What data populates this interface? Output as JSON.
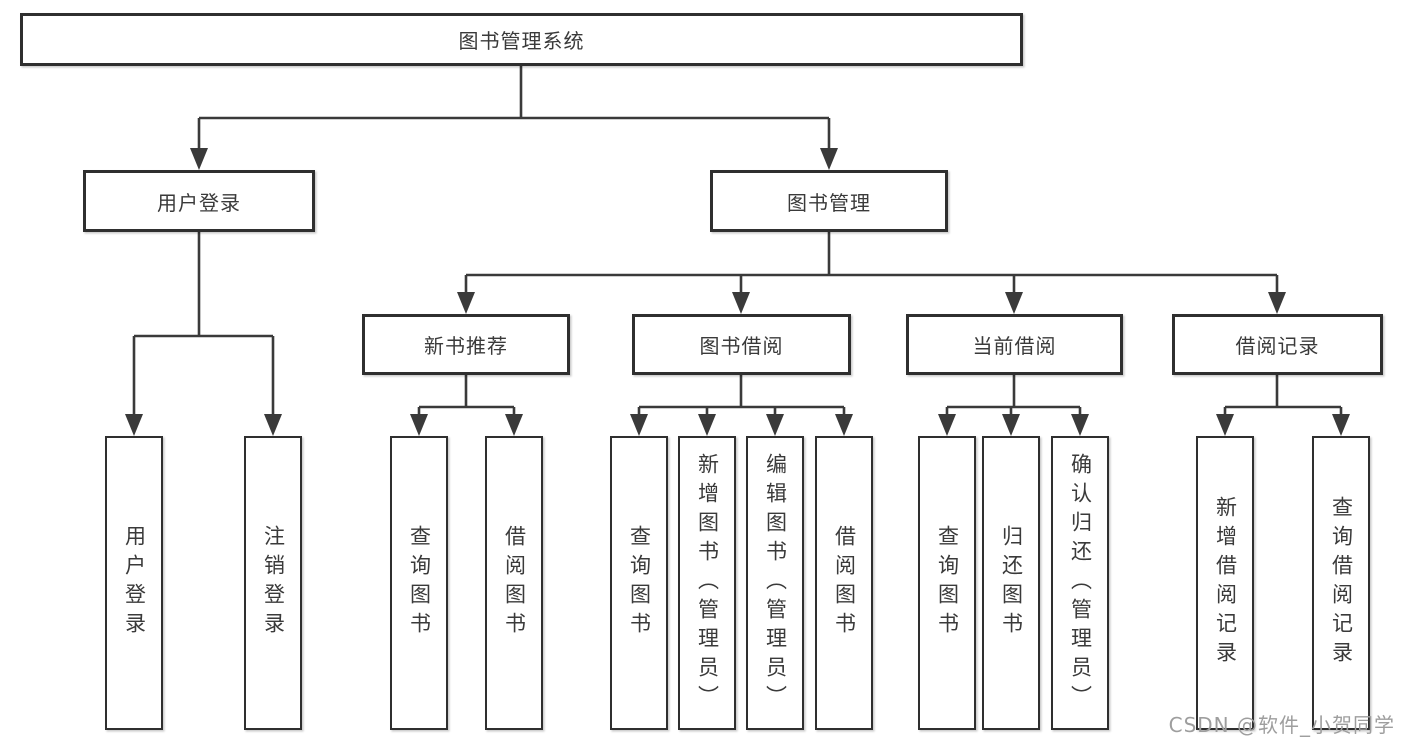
{
  "tree": {
    "root": {
      "label": "图书管理系统"
    },
    "branches": [
      {
        "label": "用户登录",
        "children": [
          {
            "label": "用户登录"
          },
          {
            "label": "注销登录"
          }
        ]
      },
      {
        "label": "图书管理",
        "children": [
          {
            "label": "新书推荐",
            "children": [
              {
                "label": "查询图书"
              },
              {
                "label": "借阅图书"
              }
            ]
          },
          {
            "label": "图书借阅",
            "children": [
              {
                "label": "查询图书"
              },
              {
                "label": "新增图书（管理员）"
              },
              {
                "label": "编辑图书（管理员）"
              },
              {
                "label": "借阅图书"
              }
            ]
          },
          {
            "label": "当前借阅",
            "children": [
              {
                "label": "查询图书"
              },
              {
                "label": "归还图书"
              },
              {
                "label": "确认归还（管理员）"
              }
            ]
          },
          {
            "label": "借阅记录",
            "children": [
              {
                "label": "新增借阅记录"
              },
              {
                "label": "查询借阅记录"
              }
            ]
          }
        ]
      }
    ]
  },
  "watermark": {
    "text": "CSDN @软件_小贺同学",
    "color": "#9e9e9e"
  },
  "colors": {
    "line": "#3a3a3a",
    "box_border": "#2f2f2f",
    "text": "#3a3a3a",
    "background": "#ffffff"
  }
}
